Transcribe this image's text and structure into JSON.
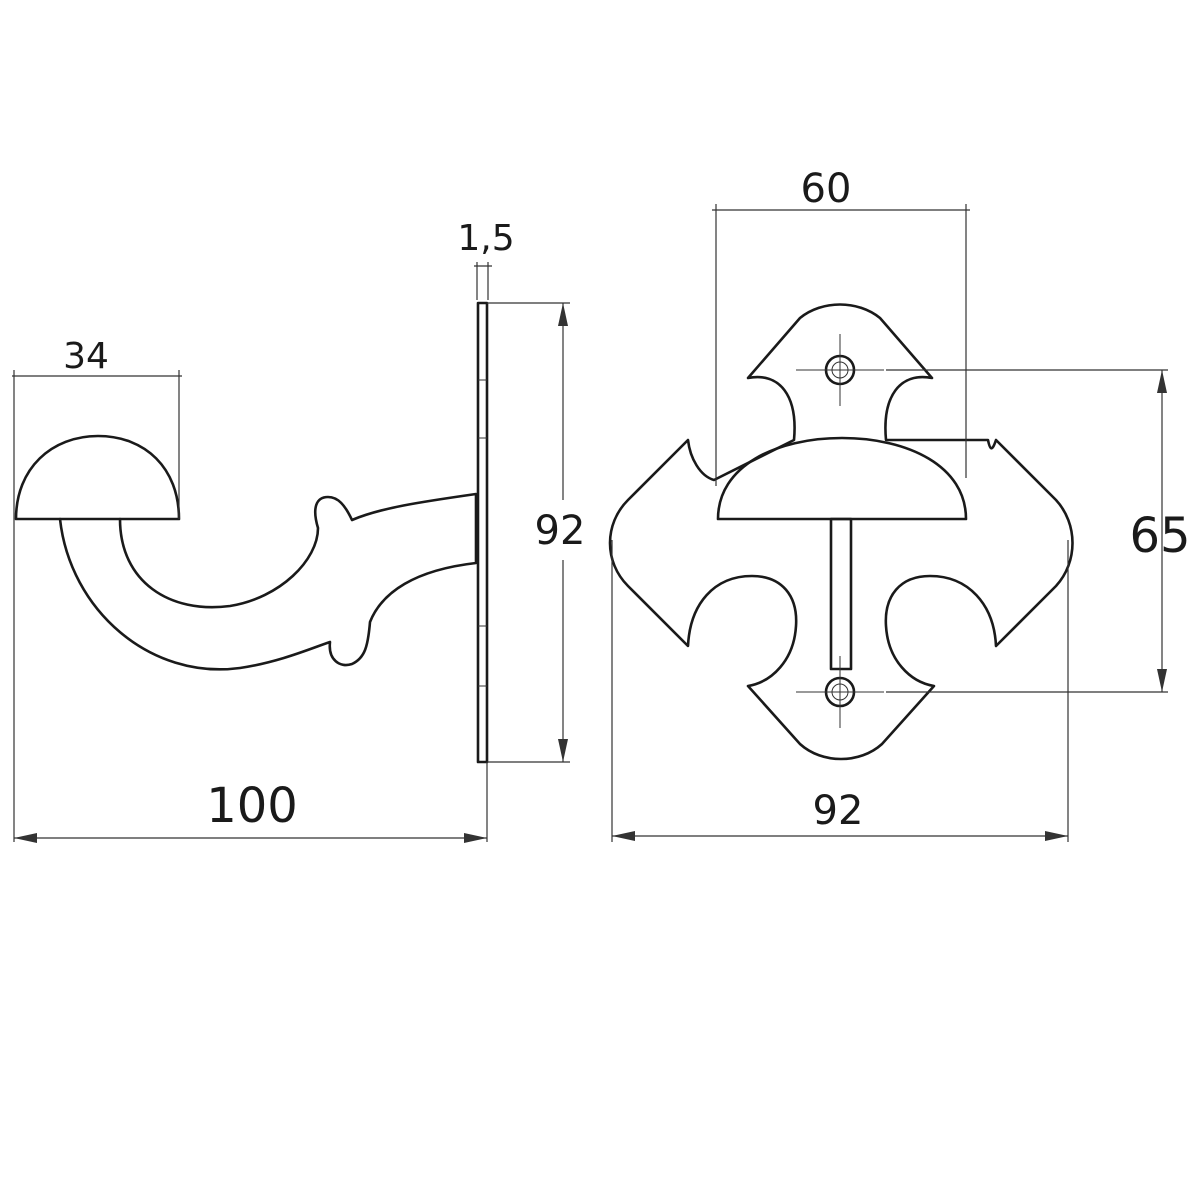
{
  "dimensions": {
    "head_width": "34",
    "plate_thickness": "1,5",
    "side_height": "92",
    "projection": "100",
    "top_width": "60",
    "hole_spacing": "65",
    "plate_width": "92"
  },
  "colors": {
    "line": "#1a1a1a",
    "dimension": "#333333",
    "background": "#ffffff"
  }
}
